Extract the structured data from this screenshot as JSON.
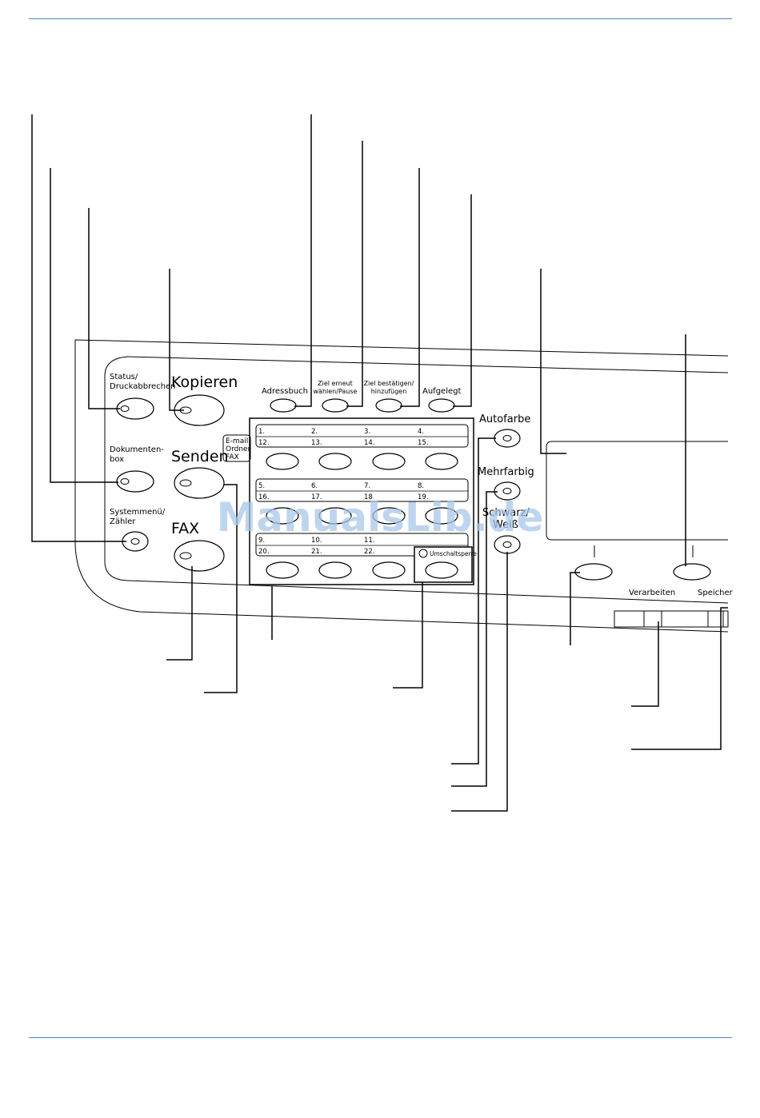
{
  "buttons": {
    "status": "Status/",
    "status2": "Druckabbrechen",
    "dokument": "Dokumenten-",
    "dokument2": "box",
    "system": "Systemmenü/",
    "system2": "Zähler",
    "kopieren": "Kopieren",
    "senden": "Senden",
    "fax": "FAX",
    "send_modes": [
      "E-mail",
      "Ordner",
      "FAX"
    ],
    "adressbuch": "Adressbuch",
    "ziel_erneut": "Ziel erneut",
    "ziel_erneut2": "wählen/Pause",
    "ziel_best": "Ziel bestätigen/",
    "ziel_best2": "hinzufügen",
    "aufgelegt": "Aufgelegt",
    "autofarbe": "Autofarbe",
    "mehrfarbig": "Mehrfarbig",
    "schwarz": "Schwarz/",
    "schwarz2": "Weiß",
    "verarbeiten": "Verarbeiten",
    "speicher": "Speicher",
    "umschaltsperre": "Umschaltsperre"
  },
  "one_touch_keys": {
    "row1_top": [
      "1.",
      "2.",
      "3.",
      "4."
    ],
    "row1_bottom": [
      "12.",
      "13.",
      "14.",
      "15."
    ],
    "row2_top": [
      "5.",
      "6.",
      "7.",
      "8."
    ],
    "row2_bottom": [
      "16.",
      "17.",
      "18",
      "19."
    ],
    "row3_top": [
      "9.",
      "10.",
      "11."
    ],
    "row3_bottom": [
      "20.",
      "21.",
      "22."
    ]
  },
  "watermark": "ManualsLib.de",
  "colors": {
    "rule": "#4a86c8",
    "watermark": "#a9c7ea"
  }
}
